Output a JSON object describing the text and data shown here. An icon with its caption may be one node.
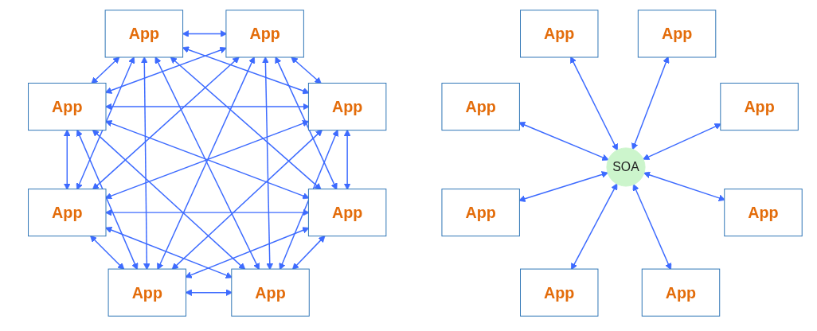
{
  "diagram": {
    "nodes": [
      {
        "text": [
          "App"
        ]
      },
      {
        "text": [
          "App"
        ]
      },
      {
        "text": [
          "App"
        ]
      },
      {
        "text": [
          "App"
        ]
      },
      {
        "text": [
          "App"
        ]
      },
      {
        "text": [
          "App"
        ]
      },
      {
        "text": [
          "App"
        ]
      },
      {
        "text": [
          "App"
        ]
      },
      {
        "text": [
          "App"
        ]
      },
      {
        "text": [
          "App"
        ]
      },
      {
        "text": [
          "App"
        ]
      },
      {
        "text": [
          "App"
        ]
      },
      {
        "text": [
          "SOA"
        ]
      },
      {
        "text": [
          "App"
        ]
      },
      {
        "text": [
          "App"
        ]
      },
      {
        "text": [
          "App"
        ]
      },
      {
        "text": [
          "App"
        ]
      }
    ],
    "edges": [
      {
        "from": 0,
        "to": 1,
        "arrow": "both"
      },
      {
        "from": 0,
        "to": 2,
        "arrow": "both"
      },
      {
        "from": 0,
        "to": 3,
        "arrow": "both"
      },
      {
        "from": 0,
        "to": 4,
        "arrow": "both"
      },
      {
        "from": 0,
        "to": 5,
        "arrow": "both"
      },
      {
        "from": 0,
        "to": 6,
        "arrow": "both"
      },
      {
        "from": 0,
        "to": 7,
        "arrow": "both"
      },
      {
        "from": 1,
        "to": 2,
        "arrow": "both"
      },
      {
        "from": 1,
        "to": 3,
        "arrow": "both"
      },
      {
        "from": 1,
        "to": 4,
        "arrow": "both"
      },
      {
        "from": 1,
        "to": 5,
        "arrow": "both"
      },
      {
        "from": 1,
        "to": 6,
        "arrow": "both"
      },
      {
        "from": 1,
        "to": 7,
        "arrow": "both"
      },
      {
        "from": 2,
        "to": 3,
        "arrow": "both"
      },
      {
        "from": 2,
        "to": 4,
        "arrow": "both"
      },
      {
        "from": 2,
        "to": 5,
        "arrow": "both"
      },
      {
        "from": 2,
        "to": 6,
        "arrow": "both"
      },
      {
        "from": 2,
        "to": 7,
        "arrow": "both"
      },
      {
        "from": 3,
        "to": 4,
        "arrow": "both"
      },
      {
        "from": 3,
        "to": 5,
        "arrow": "both"
      },
      {
        "from": 3,
        "to": 6,
        "arrow": "both"
      },
      {
        "from": 3,
        "to": 7,
        "arrow": "both"
      },
      {
        "from": 4,
        "to": 5,
        "arrow": "both"
      },
      {
        "from": 4,
        "to": 6,
        "arrow": "both"
      },
      {
        "from": 4,
        "to": 7,
        "arrow": "both"
      },
      {
        "from": 5,
        "to": 6,
        "arrow": "both"
      },
      {
        "from": 5,
        "to": 7,
        "arrow": "both"
      },
      {
        "from": 6,
        "to": 7,
        "arrow": "both"
      },
      {
        "from": 12,
        "to": 8,
        "arrow": "both"
      },
      {
        "from": 12,
        "to": 9,
        "arrow": "both"
      },
      {
        "from": 12,
        "to": 10,
        "arrow": "both"
      },
      {
        "from": 12,
        "to": 11,
        "arrow": "both"
      },
      {
        "from": 12,
        "to": 13,
        "arrow": "both"
      },
      {
        "from": 12,
        "to": 14,
        "arrow": "both"
      },
      {
        "from": 12,
        "to": 15,
        "arrow": "both"
      },
      {
        "from": 12,
        "to": 16,
        "arrow": "both"
      }
    ]
  }
}
